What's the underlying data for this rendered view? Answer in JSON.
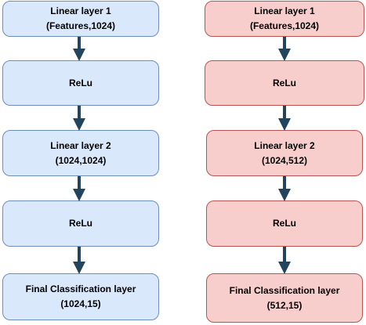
{
  "colors": {
    "blue_fill": "#dae8fc",
    "blue_stroke": "#6c8ebf",
    "red_fill": "#f8cecc",
    "red_stroke": "#b85450",
    "arrow": "#23445d"
  },
  "left_column": {
    "linear1": {
      "line1": "Linear layer  1",
      "line2": "(Features,1024)"
    },
    "relu1": {
      "line1": "ReLu"
    },
    "linear2": {
      "line1": "Linear layer 2",
      "line2": "(1024,1024)"
    },
    "relu2": {
      "line1": "ReLu"
    },
    "final": {
      "line1": "Final Classification layer",
      "line2": "(1024,15)"
    }
  },
  "right_column": {
    "linear1": {
      "line1": "Linear layer  1",
      "line2": "(Features,1024)"
    },
    "relu1": {
      "line1": "ReLu"
    },
    "linear2": {
      "line1": "Linear layer 2",
      "line2": "(1024,512)"
    },
    "relu2": {
      "line1": "ReLu"
    },
    "final": {
      "line1": "Final Classification layer",
      "line2": "(512,15)"
    }
  }
}
